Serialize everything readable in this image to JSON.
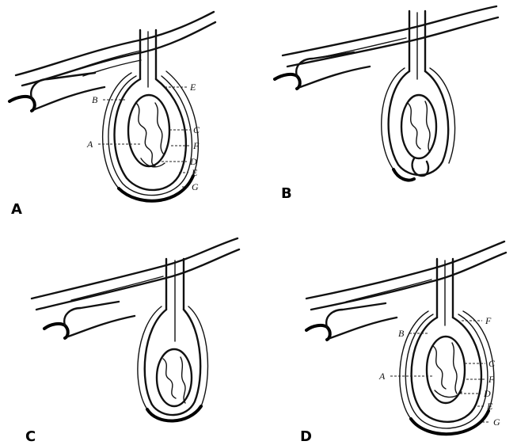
{
  "panels": [
    {
      "id": "A",
      "letter": "A",
      "callouts": {
        "B": "B",
        "A": "A",
        "E_top": "E",
        "C": "C",
        "F": "F",
        "D": "D",
        "E_bottom": "E",
        "G": "G"
      }
    },
    {
      "id": "B",
      "letter": "B",
      "callouts": {}
    },
    {
      "id": "C",
      "letter": "C",
      "callouts": {}
    },
    {
      "id": "D",
      "letter": "D",
      "callouts": {
        "B": "B",
        "A": "A",
        "F_top": "F",
        "C": "C",
        "F": "F",
        "D": "D",
        "E": "E",
        "G": "G"
      }
    }
  ]
}
